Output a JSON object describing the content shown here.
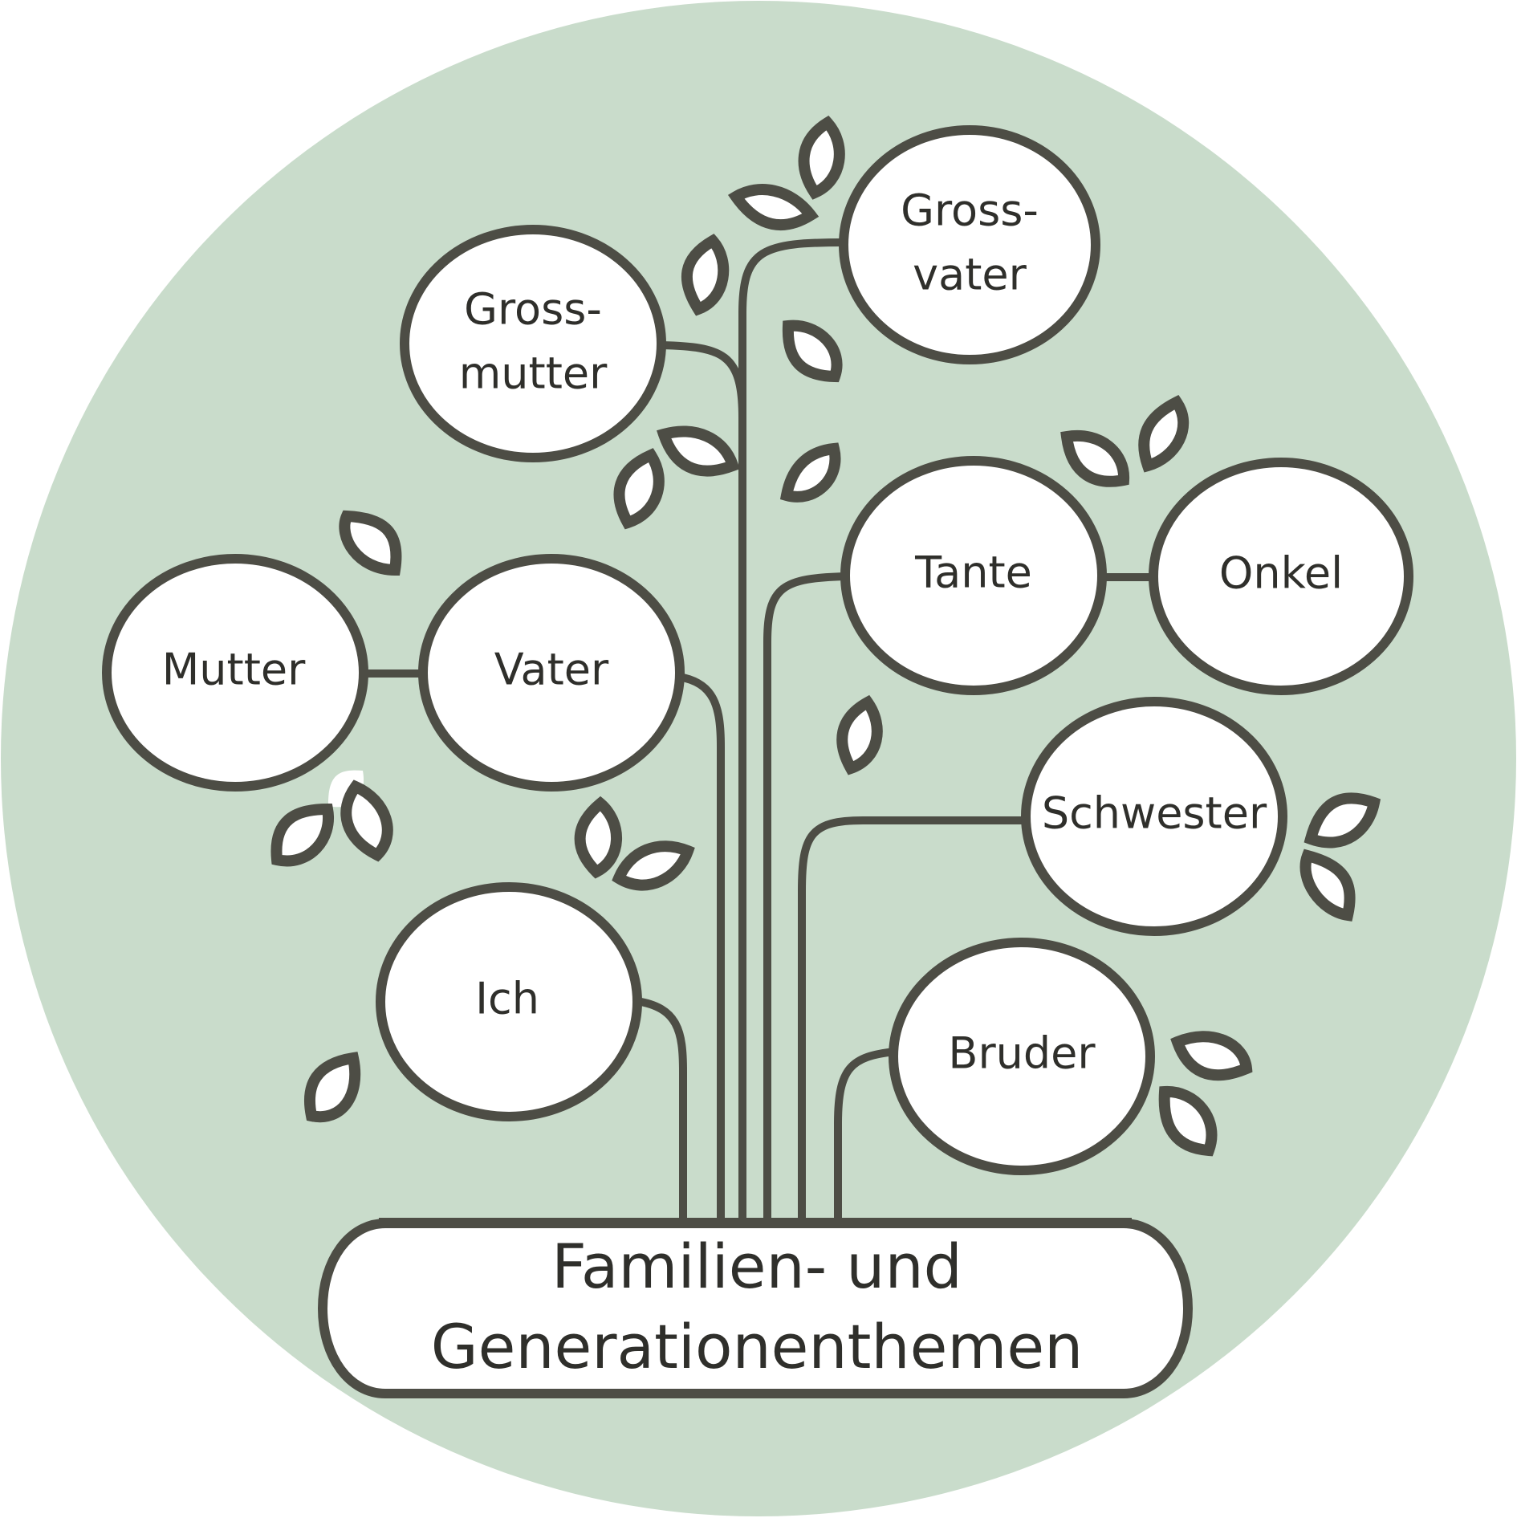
{
  "diagram": {
    "root": {
      "lines": [
        "Familien- und",
        "Generationenthemen"
      ]
    },
    "nodes": {
      "grossvater": {
        "lines": [
          "Gross-",
          "vater"
        ]
      },
      "grossmutter": {
        "lines": [
          "Gross-",
          "mutter"
        ]
      },
      "tante": {
        "lines": [
          "Tante"
        ]
      },
      "onkel": {
        "lines": [
          "Onkel"
        ]
      },
      "mutter": {
        "lines": [
          "Mutter"
        ]
      },
      "vater": {
        "lines": [
          "Vater"
        ]
      },
      "schwester": {
        "lines": [
          "Schwester"
        ]
      },
      "ich": {
        "lines": [
          "Ich"
        ]
      },
      "bruder": {
        "lines": [
          "Bruder"
        ]
      }
    }
  },
  "colors": {
    "background_circle": "#c9dccb",
    "stroke": "#4d4d45",
    "node_fill": "#ffffff",
    "text": "#2f2f2b"
  }
}
